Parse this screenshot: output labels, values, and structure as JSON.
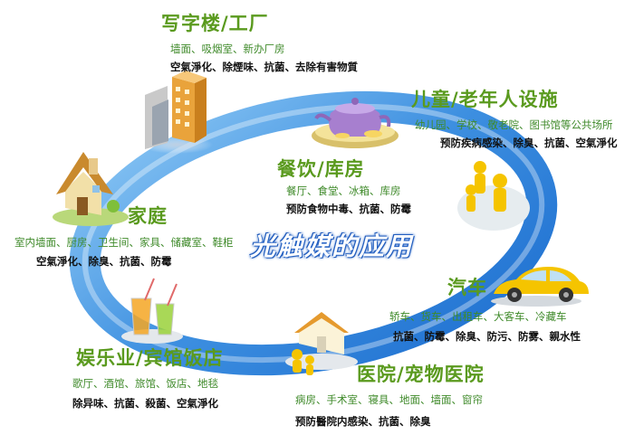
{
  "center_title": "光触媒的应用",
  "sections": {
    "office": {
      "title": "写字楼/工厂",
      "places": "墙面、吸烟室、新办厂房",
      "effects": "空氣淨化、除煙味、抗菌、去除有害物質"
    },
    "elderly": {
      "title": "儿童/老年人设施",
      "places": "幼儿园、学校、敬老院、图书馆等公共场所",
      "effects": "预防疾病感染、除臭、抗菌、空氣淨化"
    },
    "dining": {
      "title": "餐饮/库房",
      "places": "餐厅、食堂、冰箱、库房",
      "effects": "预防食物中毒、抗菌、防霉"
    },
    "home": {
      "title": "家庭",
      "places": "室内墙面、厨房、卫生间、家具、储藏室、鞋柜",
      "effects": "空氣淨化、除臭、抗菌、防霉"
    },
    "car": {
      "title": "汽车",
      "places": "轿车、货车、出租车、大客车、冷藏车",
      "effects": "抗菌、防霉、除臭、防污、防雾、親水性"
    },
    "hospital": {
      "title": "医院/宠物医院",
      "places": "病房、手术室、寝具、地面、墙面、窗帘",
      "effects": "预防醫院内感染、抗菌、除臭"
    },
    "entertainment": {
      "title": "娱乐业/宾馆饭店",
      "places": "歌厅、酒馆、旅馆、饭店、地毯",
      "effects": "除异味、抗菌、殺菌、空氣淨化"
    }
  }
}
